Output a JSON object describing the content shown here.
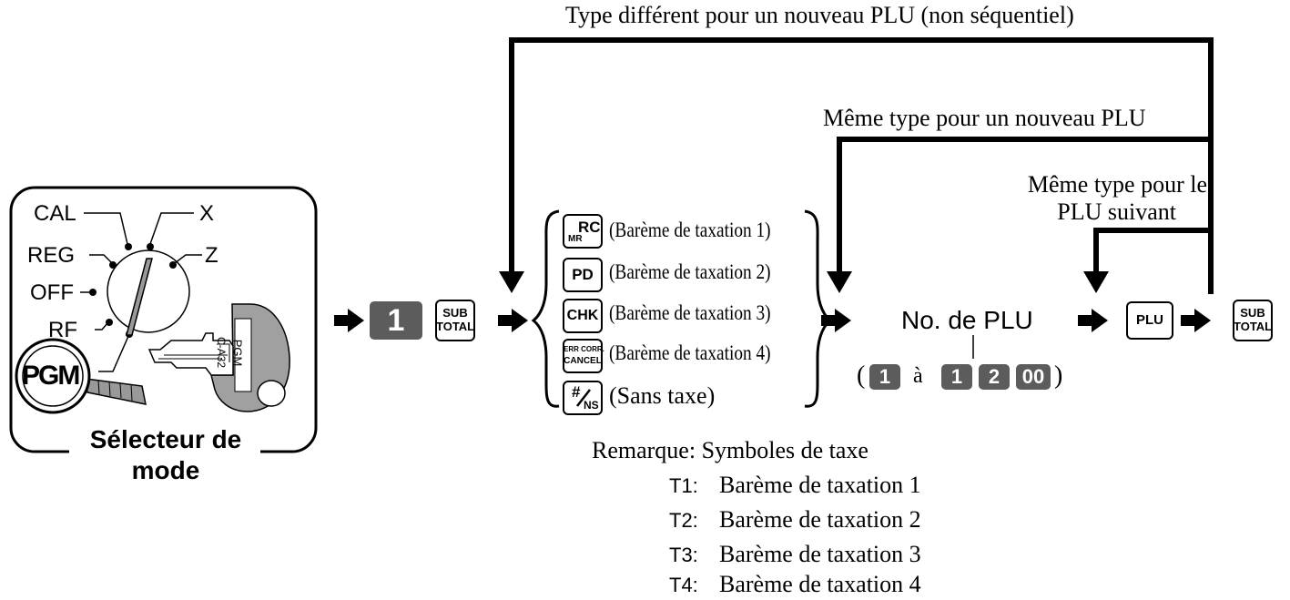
{
  "mode_switch": {
    "positions": {
      "cal": "CAL",
      "x": "X",
      "reg": "REG",
      "z": "Z",
      "off": "OFF",
      "rf": "RF",
      "pgm": "PGM"
    },
    "key_label": "PGM",
    "key_code": "C-A32",
    "caption_line1": "Sélecteur de",
    "caption_line2": "mode"
  },
  "sequence": {
    "first_key": "1",
    "subtotal_key": {
      "line1": "SUB",
      "line2": "TOTAL"
    },
    "plu_key": "PLU",
    "plu_number_label": "No. de PLU",
    "range": {
      "open": "(",
      "from": "1",
      "word": "à",
      "to1": "1",
      "to2": "2",
      "to3": "00",
      "close": ")"
    }
  },
  "tax_options": [
    {
      "key_main": "RC",
      "key_sub": "MR",
      "desc": "(Barème de taxation 1)"
    },
    {
      "key_main": "PD",
      "desc": "(Barème de taxation 2)"
    },
    {
      "key_main": "CHK",
      "desc": "(Barème de taxation 3)"
    },
    {
      "key_line1": "ERR CORR.",
      "key_line2": "CANCEL",
      "desc": "(Barème de taxation 4)"
    },
    {
      "key_main": "#",
      "key_sub": "NS",
      "desc": "(Sans taxe)"
    }
  ],
  "loops": {
    "different_type": "Type différent pour un nouveau PLU (non séquentiel)",
    "same_type_new": "Même type pour un nouveau PLU",
    "same_type_next_line1": "Même type pour le",
    "same_type_next_line2": "PLU suivant"
  },
  "remark": {
    "title": "Remarque: Symboles de taxe",
    "items": [
      {
        "symbol": "T1:",
        "text": "Barème de taxation 1"
      },
      {
        "symbol": "T2:",
        "text": "Barème de taxation 2"
      },
      {
        "symbol": "T3:",
        "text": "Barème de taxation 3"
      },
      {
        "symbol": "T4:",
        "text": "Barème de taxation 4"
      }
    ]
  },
  "colors": {
    "line": "#000000",
    "key_dark": "#5c5c5c",
    "key_gray": "#999999",
    "background": "#ffffff"
  }
}
